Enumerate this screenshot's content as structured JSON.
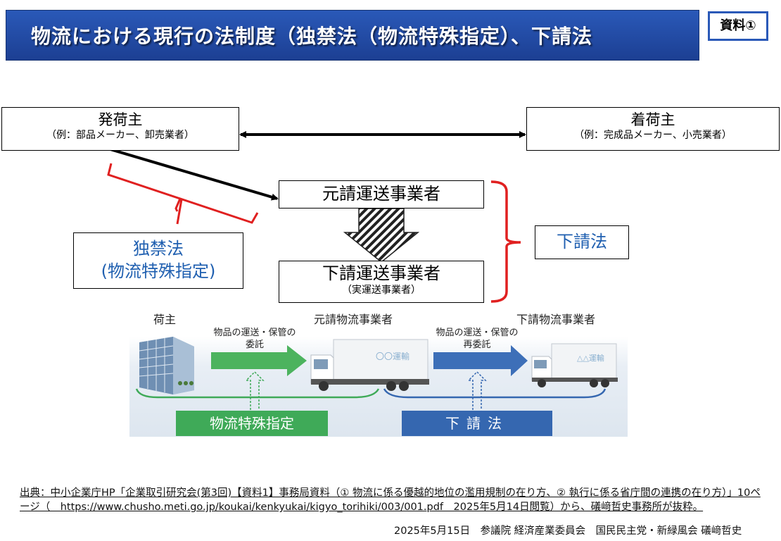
{
  "title": "物流における現行の法制度（独禁法（物流特殊指定）、下請法",
  "badge": "資料①",
  "shipper": {
    "main": "発荷主",
    "sub": "（例：部品メーカー、卸売業者）"
  },
  "consignee": {
    "main": "着荷主",
    "sub": "（例：完成品メーカー、小売業者）"
  },
  "prime_carrier": {
    "main": "元請運送事業者"
  },
  "sub_carrier": {
    "main": "下請運送事業者",
    "sub": "（実運送事業者）"
  },
  "antimonopoly": {
    "line1": "独禁法",
    "line2": "(物流特殊指定)"
  },
  "subcontract_law": "下請法",
  "photo": {
    "shipper_label": "荷主",
    "prime_label": "元請物流事業者",
    "sub_label": "下請物流事業者",
    "consign_label_1": "物品の運送・保管の",
    "consign_label_2": "委託",
    "reconsign_label_1": "物品の運送・保管の",
    "reconsign_label_2": "再委託",
    "truck1_text": "〇〇運輸",
    "truck2_text": "△△運輸",
    "green_label": "物流特殊指定",
    "blue_label": "下請法"
  },
  "source": "出典：中小企業庁HP「企業取引研究会(第3回)【資料1】事務局資料（① 物流に係る優越的地位の濫用規制の在り方、② 執行に係る省庁間の連携の在り方）」10ページ（　https://www.chusho.meti.go.jp/koukai/kenkyukai/kigyo_torihiki/003/001.pdf　2025年5月14日閲覧）から、礒﨑哲史事務所が抜粋。",
  "footer": "2025年5月15日　参議院 経済産業委員会　国民民主党・新緑風会 礒﨑哲史",
  "colors": {
    "banner": "#1c3f93",
    "law_text": "#1f5fb0",
    "bracket": "#e02020",
    "green": "#3faa58",
    "blue": "#3567b0"
  }
}
